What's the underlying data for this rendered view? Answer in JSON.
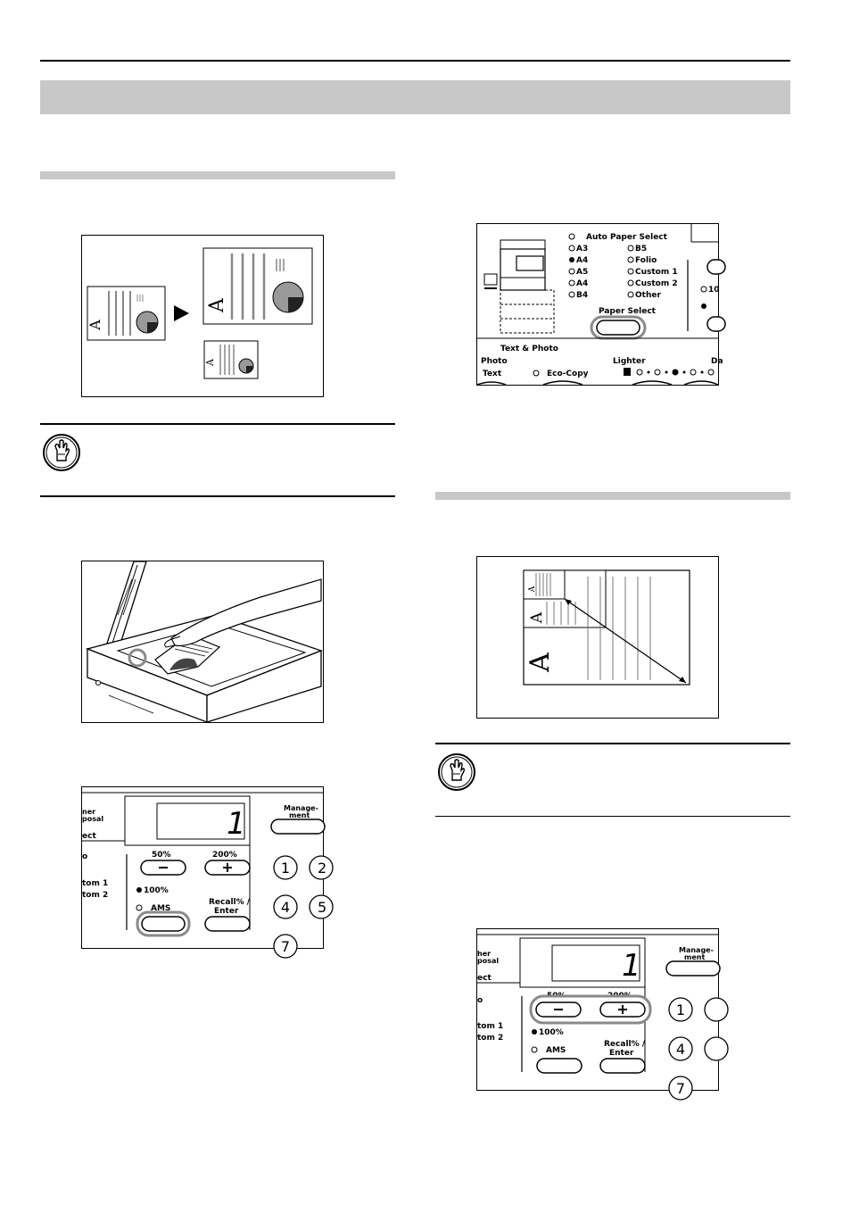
{
  "document": {
    "panel1": {
      "auto_paper_select": "Auto Paper Select",
      "sizes_left": [
        "A3",
        "A4",
        "A5",
        "A4",
        "B4"
      ],
      "sizes_right": [
        "B5",
        "Folio",
        "Custom 1",
        "Custom 2",
        "Other"
      ],
      "paper_select": "Paper Select",
      "text_photo": "Text & Photo",
      "photo": "Photo",
      "text": "Text",
      "eco_copy": "Eco-Copy",
      "lighter": "Lighter",
      "darker_partial": "Da",
      "hundred_partial": "10"
    },
    "panel2": {
      "management": "Manage-\nment",
      "management_l1": "Manage-",
      "management_l2": "ment",
      "lcd_value": "1",
      "zoom_minus_label": "50%",
      "zoom_plus_label": "200%",
      "hundred": "100%",
      "ams": "AMS",
      "recall_l1": "Recall% /",
      "recall_l2": "Enter",
      "keys": [
        "1",
        "4",
        "7",
        "2",
        "5"
      ],
      "left_l1": "ner",
      "left_l2": "posal",
      "left_l3": "ect",
      "left_l4": "tom 1",
      "left_l5": "tom 2"
    },
    "panel3": {
      "management_l1": "Manage-",
      "management_l2": "ment",
      "lcd_value": "1",
      "zoom_minus_label": "50%",
      "zoom_plus_label": "200%",
      "hundred": "100%",
      "ams": "AMS",
      "recall_l1": "Recall% /",
      "recall_l2": "Enter",
      "keys": [
        "1",
        "4",
        "7"
      ],
      "left_l1": "her",
      "left_l2": "posal",
      "left_l3": "ect",
      "left_l4": "tom 1",
      "left_l5": "tom 2"
    },
    "glyph_letter": "A",
    "colors": {
      "band": "#c8c8c8",
      "highlight": "#8a8a8a",
      "pie": "#555555"
    }
  }
}
